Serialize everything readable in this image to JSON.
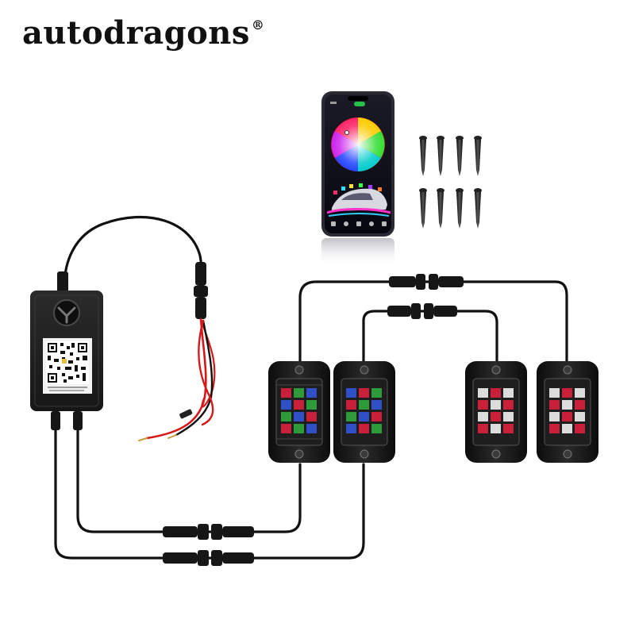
{
  "brand": {
    "name": "autodragons",
    "mark": "®"
  },
  "product": {
    "rock_light_pods": 4,
    "mounting_screws": 8,
    "controller_icon": "dragon-logo-icon",
    "phone_app_icon": "color-wheel-icon"
  },
  "colors": {
    "cable": "#111111",
    "wire_red": "#d81818",
    "pod_housing": "#1a1a1a",
    "led_red": "#c8203a",
    "led_green": "#2f9a3a",
    "led_blue": "#3050c8"
  }
}
